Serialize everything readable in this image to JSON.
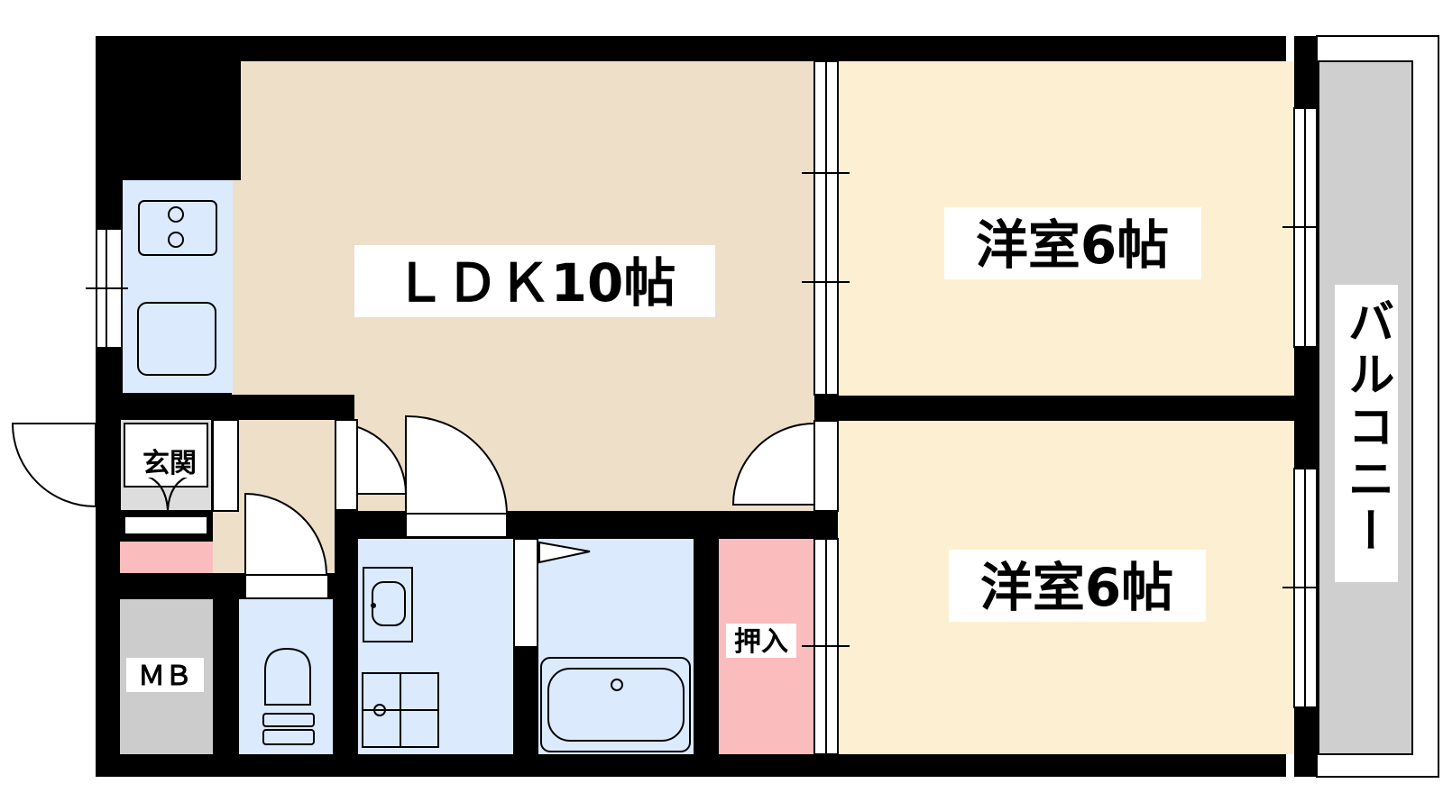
{
  "rooms": {
    "ldk": {
      "label": "ＬＤＫ10帖"
    },
    "western1": {
      "label": "洋室6帖"
    },
    "western2": {
      "label": "洋室6帖"
    },
    "entrance": {
      "label": "玄関"
    },
    "closet": {
      "label": "押入"
    },
    "meter_box": {
      "label": "ＭＢ"
    },
    "balcony": {
      "label": "バルコニー"
    }
  },
  "colors": {
    "wall": "#000000",
    "ldk": "#eedfc9",
    "western": "#fdf0d2",
    "wet_area": "#dbeafd",
    "closet": "#fbbcbe",
    "meter_box": "#cccccc",
    "balcony": "#cfcfcf"
  }
}
